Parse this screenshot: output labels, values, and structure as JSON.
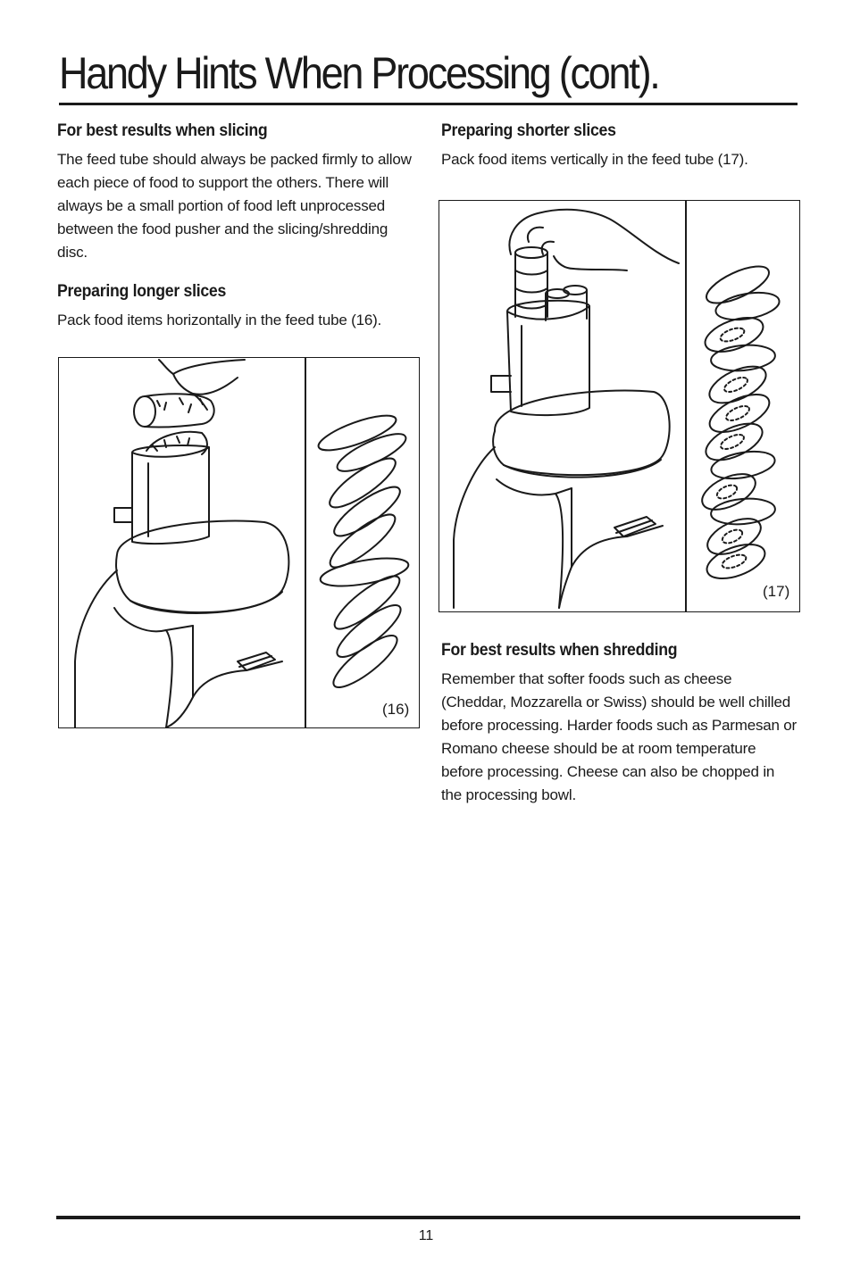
{
  "page": {
    "title": "Handy Hints When Processing (cont).",
    "page_number": "11"
  },
  "left": {
    "slicing_heading": "For best results when slicing",
    "slicing_text": "The feed tube should always be packed firmly to allow each piece of food to support the others. There will always be a small portion of food left unprocessed between the food pusher and the slicing/shredding disc.",
    "longer_heading": "Preparing longer slices",
    "longer_text": "Pack food items horizontally in the feed tube (16).",
    "figure_label": "(16)"
  },
  "right": {
    "shorter_heading": "Preparing shorter slices",
    "shorter_text": "Pack food items vertically in the feed tube (17).",
    "figure_label": "(17)",
    "shredding_heading": "For best results when shredding",
    "shredding_text": "Remember that softer foods such as cheese (Cheddar, Mozzarella or Swiss) should be well chilled before processing. Harder foods such as Parmesan or Romano cheese should be at room temperature before processing. Cheese can also be chopped in the processing bowl."
  }
}
